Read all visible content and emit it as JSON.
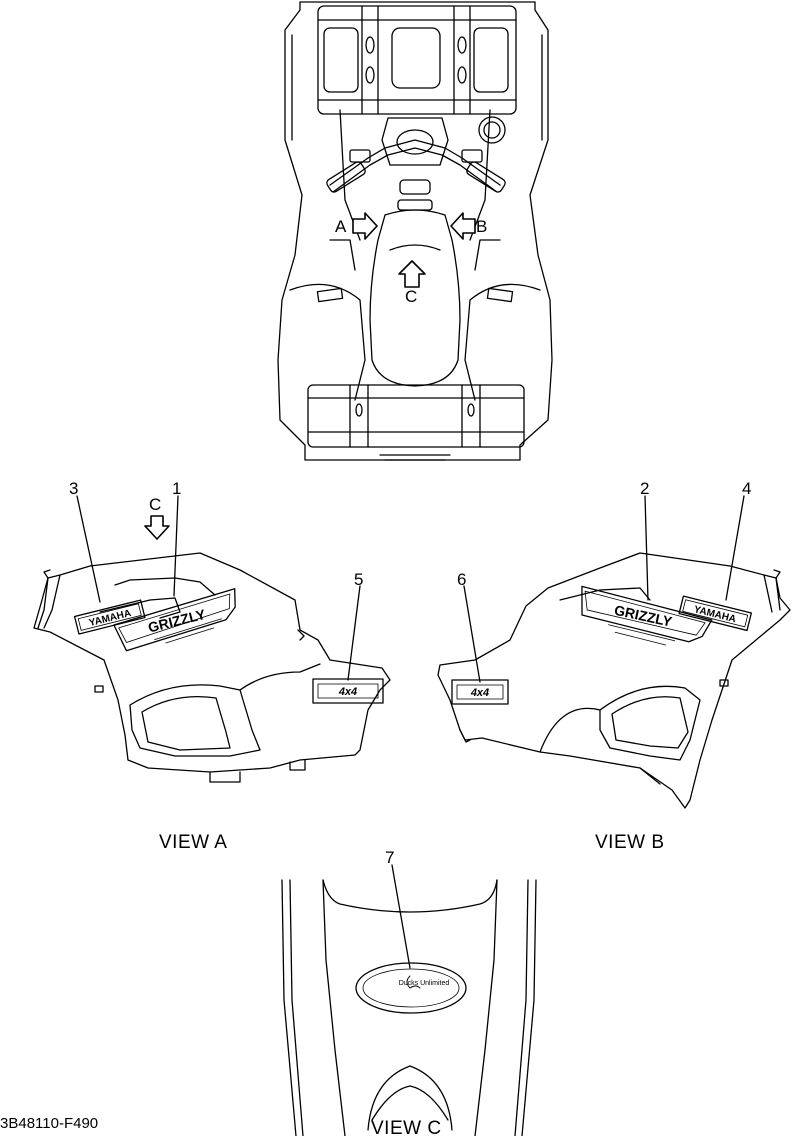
{
  "top_view": {
    "arrow_a": "A",
    "arrow_b": "B",
    "arrow_c": "C"
  },
  "view_a": {
    "caption": "VIEW A",
    "arrow_c": "C",
    "callouts": [
      "3",
      "1",
      "5"
    ]
  },
  "view_b": {
    "caption": "VIEW B",
    "callouts": [
      "2",
      "4",
      "6"
    ]
  },
  "view_c": {
    "caption": "VIEW C",
    "callouts": [
      "7"
    ]
  },
  "decals": {
    "yamaha": "YAMAHA",
    "grizzly": "GRIZZLY",
    "four_by_four": "4x4",
    "ducks": "Ducks Unlimited"
  },
  "drawing_code": "3B48110-F490"
}
